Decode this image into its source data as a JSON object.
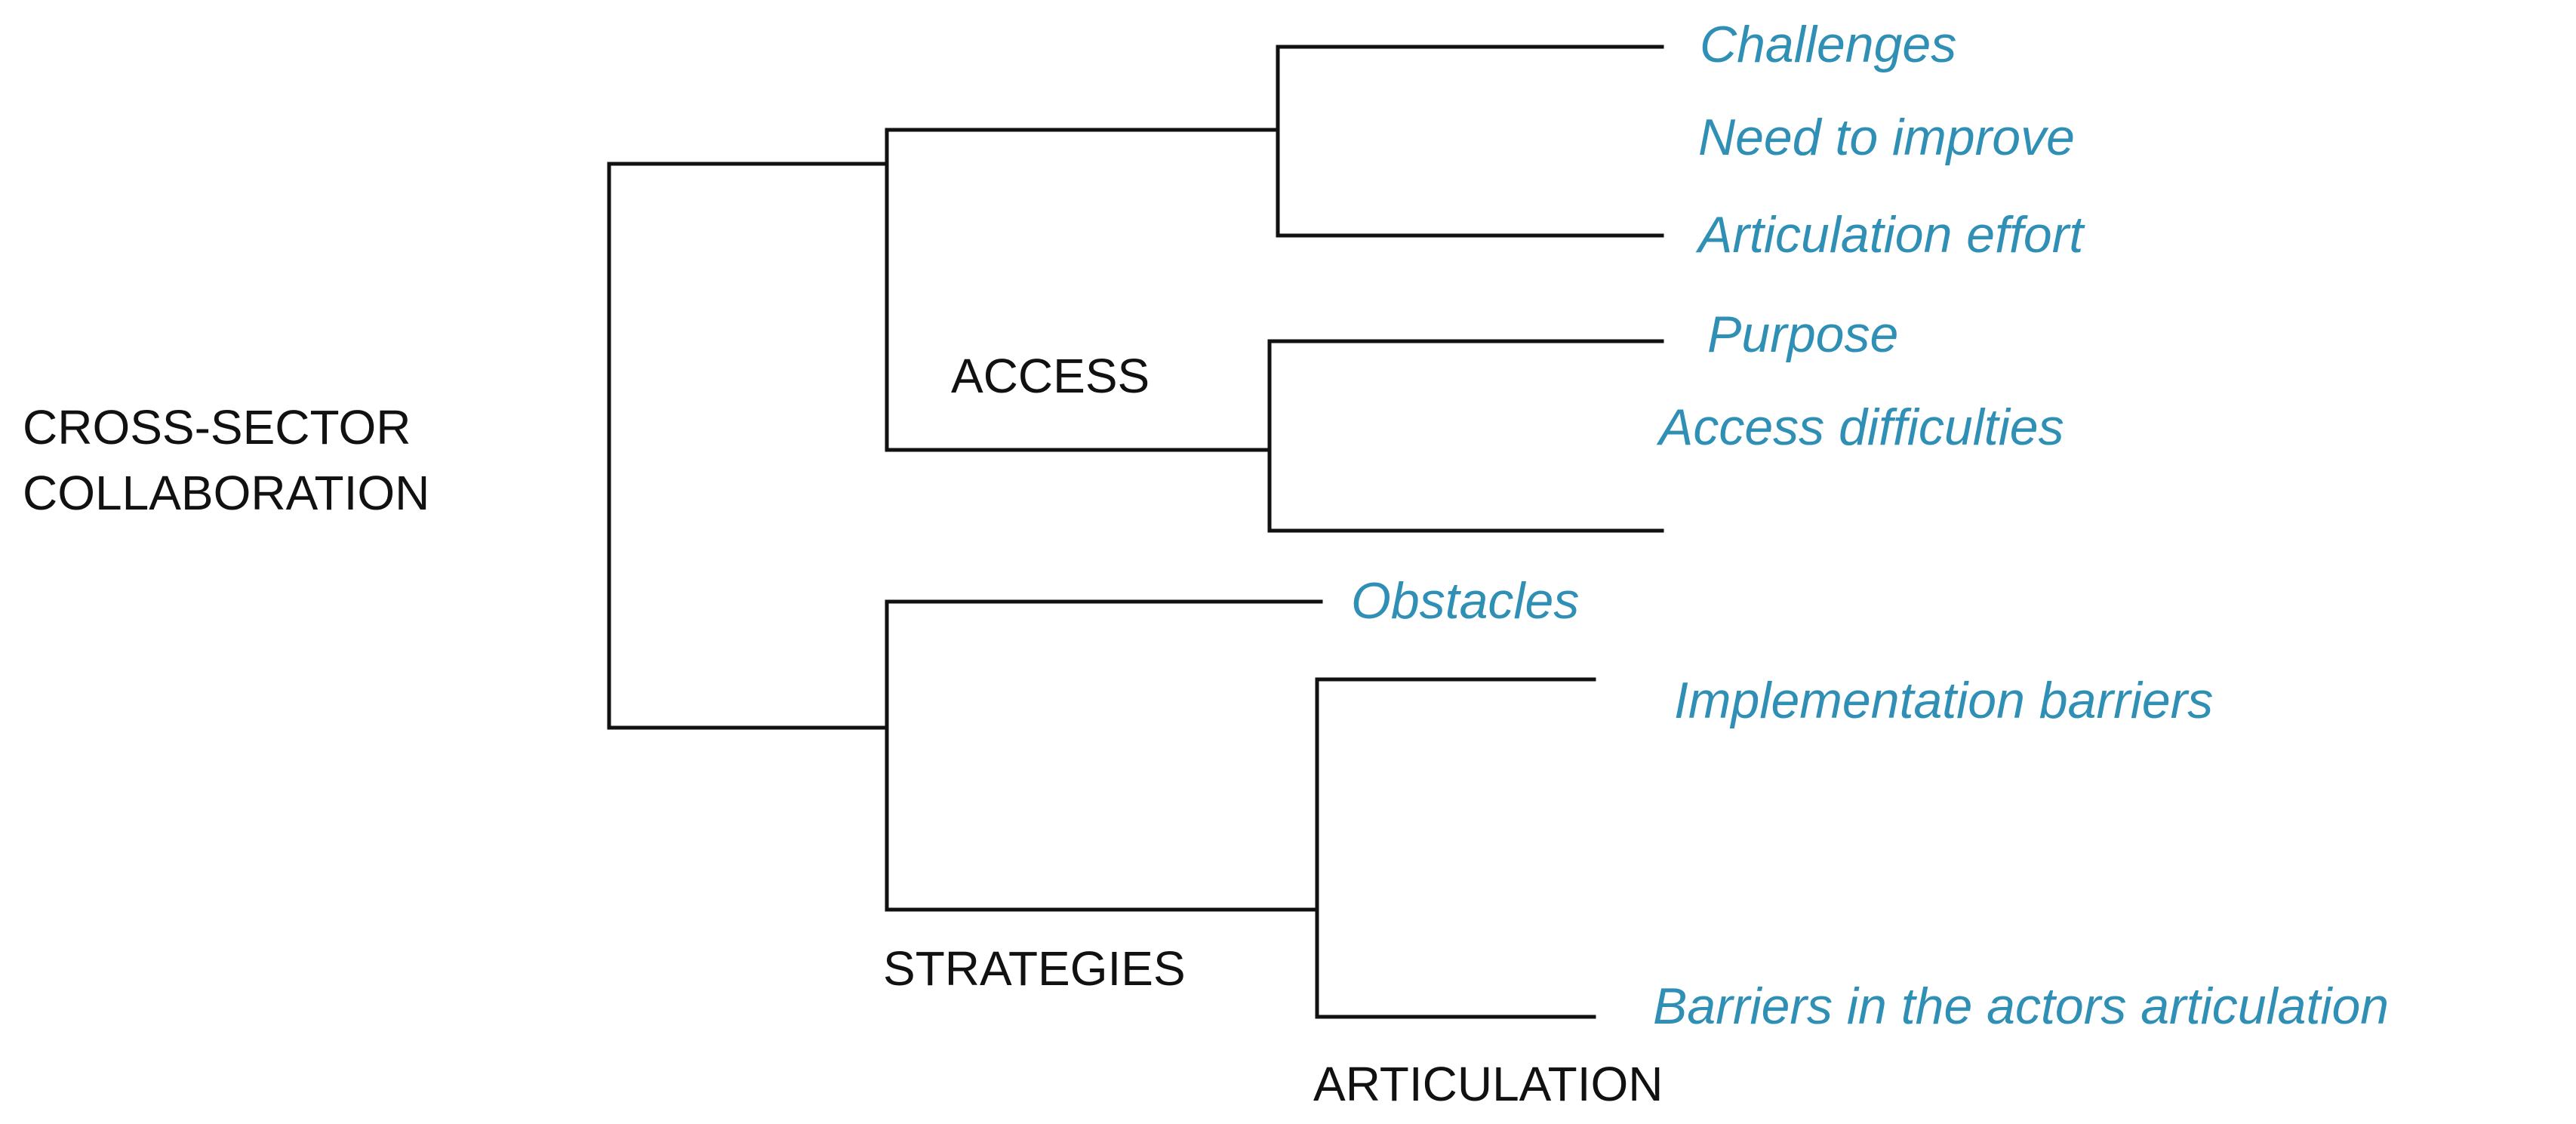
{
  "diagram": {
    "root": {
      "label_line1": "CROSS-SECTOR",
      "label_line2": "COLLABORATION"
    },
    "branches": {
      "access": {
        "label": "ACCESS"
      },
      "strategies": {
        "label": "STRATEGIES"
      },
      "articulation": {
        "label": "ARTICULATION"
      }
    },
    "leaves": [
      "Challenges",
      "Need to improve",
      "Articulation effort",
      "Purpose",
      "Access difficulties",
      "Obstacles",
      "Implementation barriers",
      "Barriers in the actors articulation"
    ],
    "colors": {
      "line": "#111111",
      "node_text": "#111111",
      "leaf_text": "#2f8fb5"
    }
  }
}
